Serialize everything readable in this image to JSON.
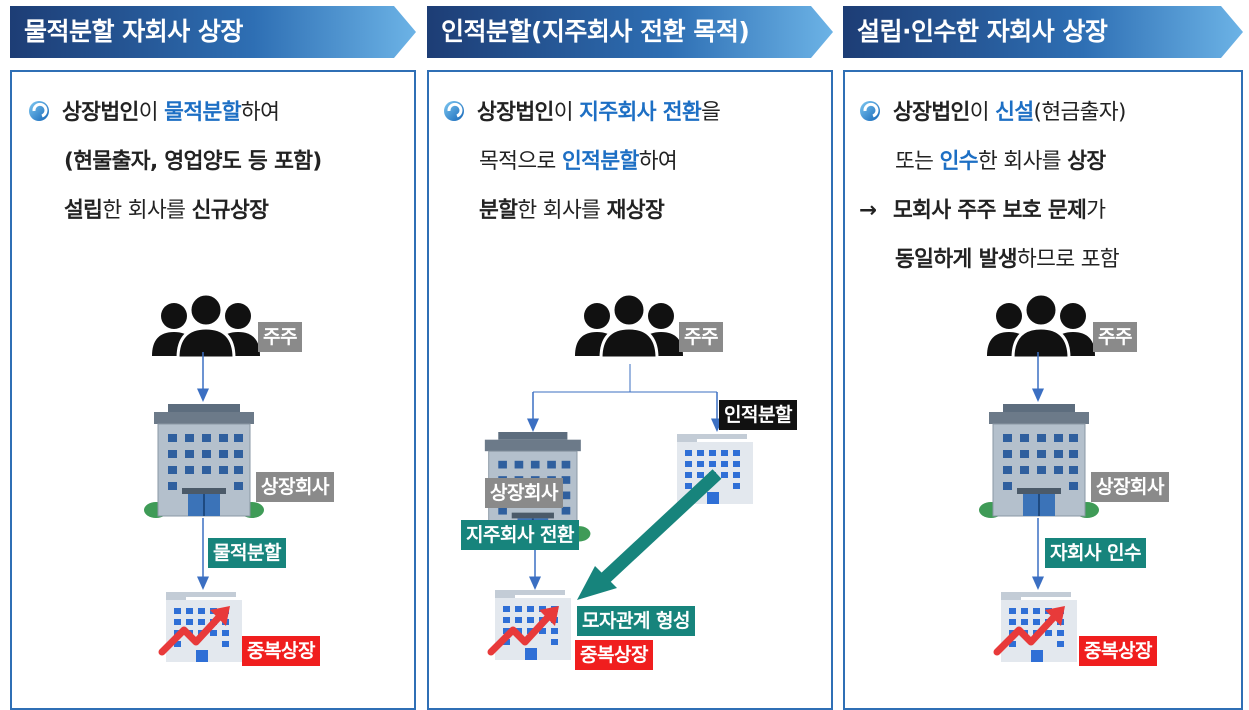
{
  "colors": {
    "header_gradient_start": "#1d3d75",
    "header_gradient_end": "#5ea6dd",
    "border": "#2f6fb5",
    "highlight_blue": "#1d6fc4",
    "label_grey": "#8a8a8a",
    "label_teal": "#17847c",
    "label_red": "#f01e1e",
    "label_black": "#111111"
  },
  "panels": [
    {
      "title": "물적분할 자회사 상장",
      "desc": {
        "l1_a": "상장법인",
        "l1_b": "이 ",
        "l1_c": "물적분할",
        "l1_d": "하여",
        "l2": "(현물출자, 영업양도 등 포함)",
        "l3_a": "설립",
        "l3_b": "한 회사를 ",
        "l3_c": "신규상장"
      },
      "labels": {
        "shareholders": "주주",
        "listed_company": "상장회사",
        "split": "물적분할",
        "dual_listing": "중복상장"
      }
    },
    {
      "title": "인적분할(지주회사 전환 목적)",
      "desc": {
        "l1_a": "상장법인",
        "l1_b": "이 ",
        "l1_c": "지주회사 전환",
        "l1_d": "을",
        "l2_a": "목적으로 ",
        "l2_b": "인적분할",
        "l2_c": "하여",
        "l3_a": "분할",
        "l3_b": "한 회사를 ",
        "l3_c": "재상장"
      },
      "labels": {
        "shareholders": "주주",
        "spin_off": "인적분할",
        "listed_company": "상장회사",
        "holding_conversion": "지주회사 전환",
        "parent_sub": "모자관계 형성",
        "dual_listing": "중복상장"
      }
    },
    {
      "title": "설립·인수한 자회사 상장",
      "desc": {
        "l1_a": "상장법인",
        "l1_b": "이 ",
        "l1_c": "신설",
        "l1_d": "(현금출자)",
        "l2_a": "또는 ",
        "l2_b": "인수",
        "l2_c": "한 회사를 ",
        "l2_d": "상장",
        "l3_arrow": "→",
        "l3_a": "모회사 주주 보호 문제",
        "l3_b": "가",
        "l4_a": "동일하게 발생",
        "l4_b": "하므로 포함"
      },
      "labels": {
        "shareholders": "주주",
        "listed_company": "상장회사",
        "acquisition": "자회사 인수",
        "dual_listing": "중복상장"
      }
    }
  ]
}
